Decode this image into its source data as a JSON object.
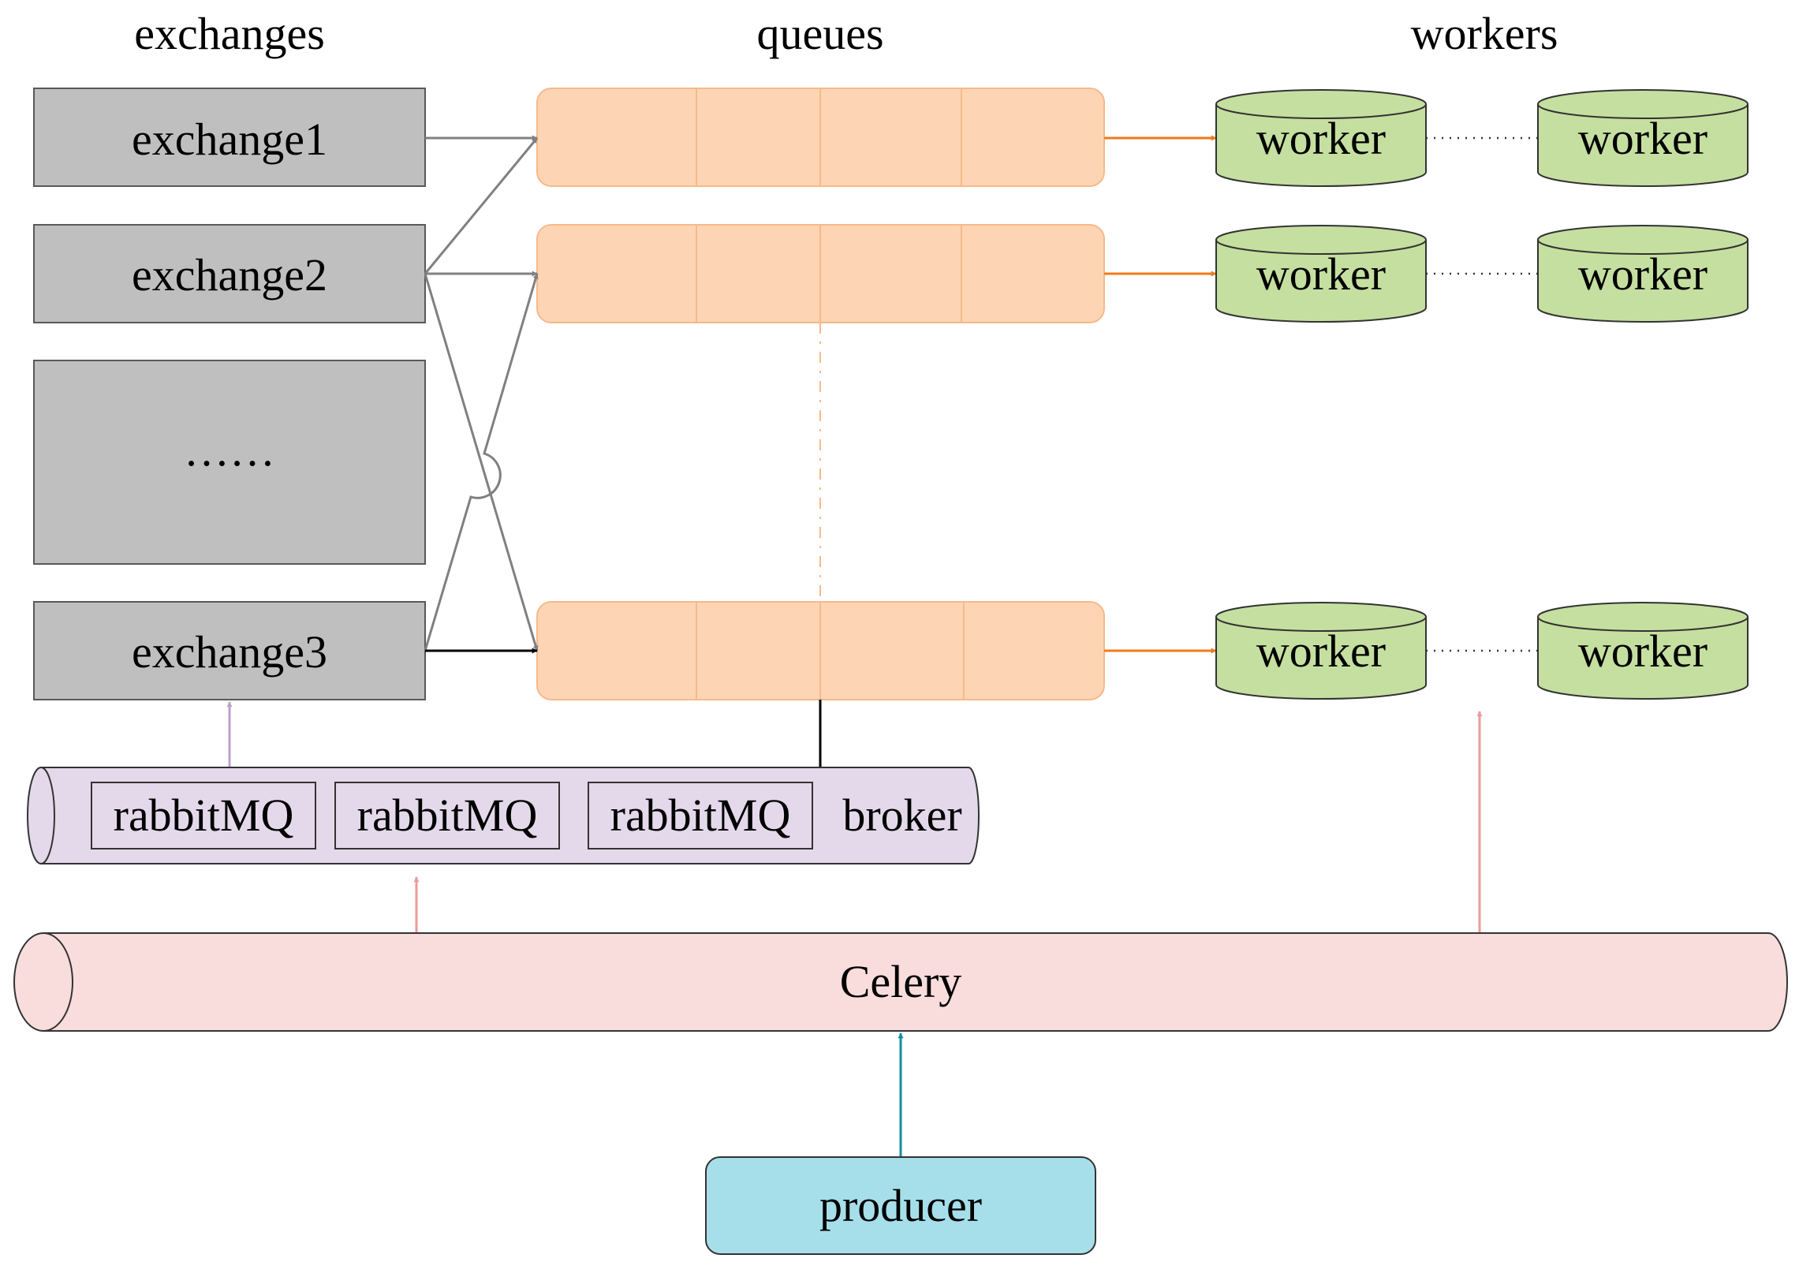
{
  "headers": {
    "exchanges": "exchanges",
    "queues": "queues",
    "workers": "workers"
  },
  "exchanges": [
    {
      "label": "exchange1"
    },
    {
      "label": "exchange2"
    },
    {
      "label": "……"
    },
    {
      "label": "exchange3"
    }
  ],
  "queues": [
    {
      "segments": 4
    },
    {
      "segments": 4
    },
    {
      "segments": 4
    }
  ],
  "worker_rows": [
    {
      "left": "worker",
      "right": "worker"
    },
    {
      "left": "worker",
      "right": "worker"
    },
    {
      "left": "worker",
      "right": "worker"
    }
  ],
  "broker": {
    "items": [
      "rabbitMQ",
      "rabbitMQ",
      "rabbitMQ"
    ],
    "label": "broker"
  },
  "celery": {
    "label": "Celery"
  },
  "producer": {
    "label": "producer"
  },
  "colors": {
    "exchange_fill": "#bfbfbf",
    "queue_fill": "#fdd5b4",
    "queue_border": "#f7b98a",
    "worker_fill": "#c5dfa0",
    "broker_fill": "#e4d9ea",
    "celery_fill": "#f9dcdc",
    "producer_fill": "#a6dfea",
    "arrow_gray": "#808080",
    "arrow_orange": "#f07a1a",
    "arrow_pink": "#ee9a9a",
    "arrow_purple": "#b9a0d0",
    "arrow_teal": "#138ea0"
  }
}
